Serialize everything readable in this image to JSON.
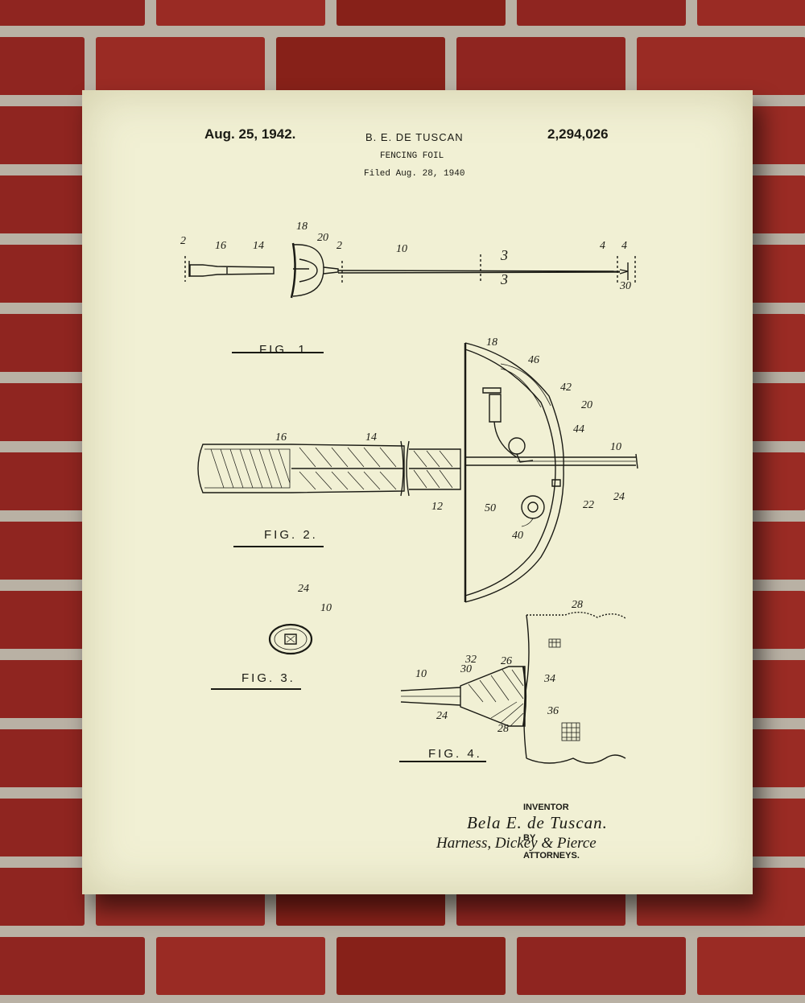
{
  "header": {
    "date": "Aug. 25, 1942.",
    "inventor": "B. E. DE TUSCAN",
    "patent_number": "2,294,026",
    "title": "FENCING FOIL",
    "filed": "Filed Aug. 28, 1940"
  },
  "figures": {
    "fig1": {
      "caption": "FIG. 1.",
      "labels": [
        "2",
        "16",
        "14",
        "18",
        "20",
        "2",
        "10",
        "3",
        "3",
        "4",
        "4",
        "30"
      ]
    },
    "fig2": {
      "caption": "FIG. 2.",
      "labels": [
        "16",
        "14",
        "12",
        "18",
        "46",
        "42",
        "20",
        "44",
        "10",
        "50",
        "40",
        "22",
        "24"
      ]
    },
    "fig3": {
      "caption": "FIG. 3.",
      "labels": [
        "24",
        "10"
      ]
    },
    "fig4": {
      "caption": "FIG. 4.",
      "labels": [
        "10",
        "32",
        "30",
        "26",
        "34",
        "24",
        "36",
        "28",
        "28"
      ]
    }
  },
  "signature": {
    "inventor_label": "INVENTOR",
    "inventor_signature": "Bela E. de Tuscan.",
    "by_label": "BY",
    "attorneys_signature": "Harness, Dickey & Pierce",
    "attorneys_label": "ATTORNEYS."
  },
  "colors": {
    "paper": "#f1f0d4",
    "ink": "#1a1a14",
    "brick": "#9e2a23",
    "mortar": "#b9b1a4"
  }
}
